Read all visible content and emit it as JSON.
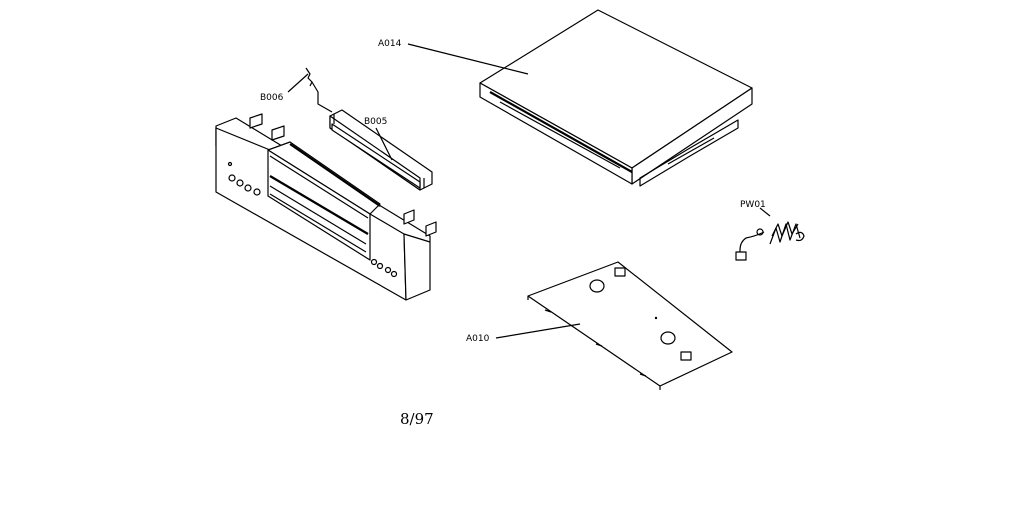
{
  "labels": {
    "a014": "A014",
    "b006": "B006",
    "b005": "B005",
    "pw01": "PW01",
    "a010": "A010"
  },
  "date": "8/97"
}
